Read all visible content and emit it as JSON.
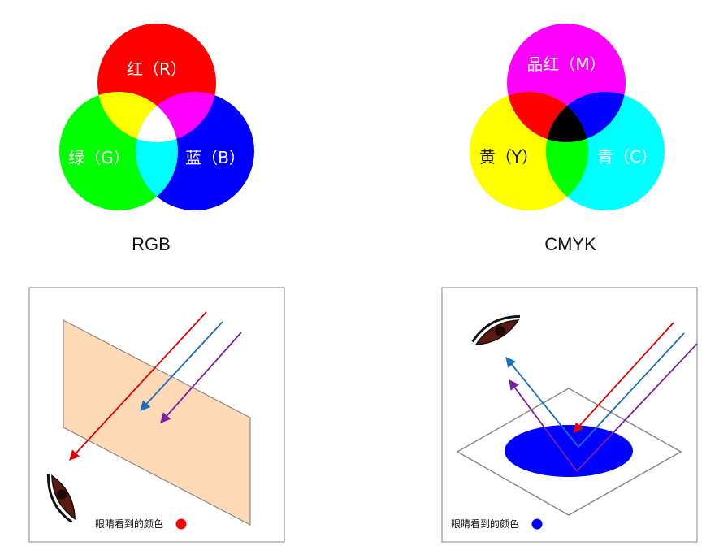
{
  "rgb": {
    "caption": "RGB",
    "labels": {
      "red": "红（R）",
      "green": "绿（G）",
      "blue": "蓝（B）"
    },
    "colors": {
      "red": "#ff0000",
      "green": "#00ff00",
      "blue": "#0000ff",
      "yellow": "#ffff00",
      "magenta": "#ff00ff",
      "cyan": "#00ffff",
      "white": "#ffffff"
    }
  },
  "cmyk": {
    "caption": "CMYK",
    "labels": {
      "magenta": "品红（M）",
      "yellow": "黄（Y）",
      "cyan": "青（C）"
    },
    "colors": {
      "magenta": "#ff00ff",
      "yellow": "#ffff00",
      "cyan": "#00ffff",
      "red": "#ff0000",
      "blue": "#0000ff",
      "green": "#00ff00",
      "black": "#000000"
    }
  },
  "transmission": {
    "eye_caption": "眼睛看到的颜色",
    "result_color": "#ff0000",
    "panel_color": "#fdd9b5",
    "ray_colors": [
      "#e30000",
      "#1a6fc4",
      "#7a1fa2"
    ]
  },
  "reflection": {
    "eye_caption": "眼睛看到的颜色",
    "result_color": "#0000ff",
    "spot_color": "#0000ff",
    "ray_colors": [
      "#e30000",
      "#1a6fc4",
      "#7a1fa2"
    ]
  }
}
